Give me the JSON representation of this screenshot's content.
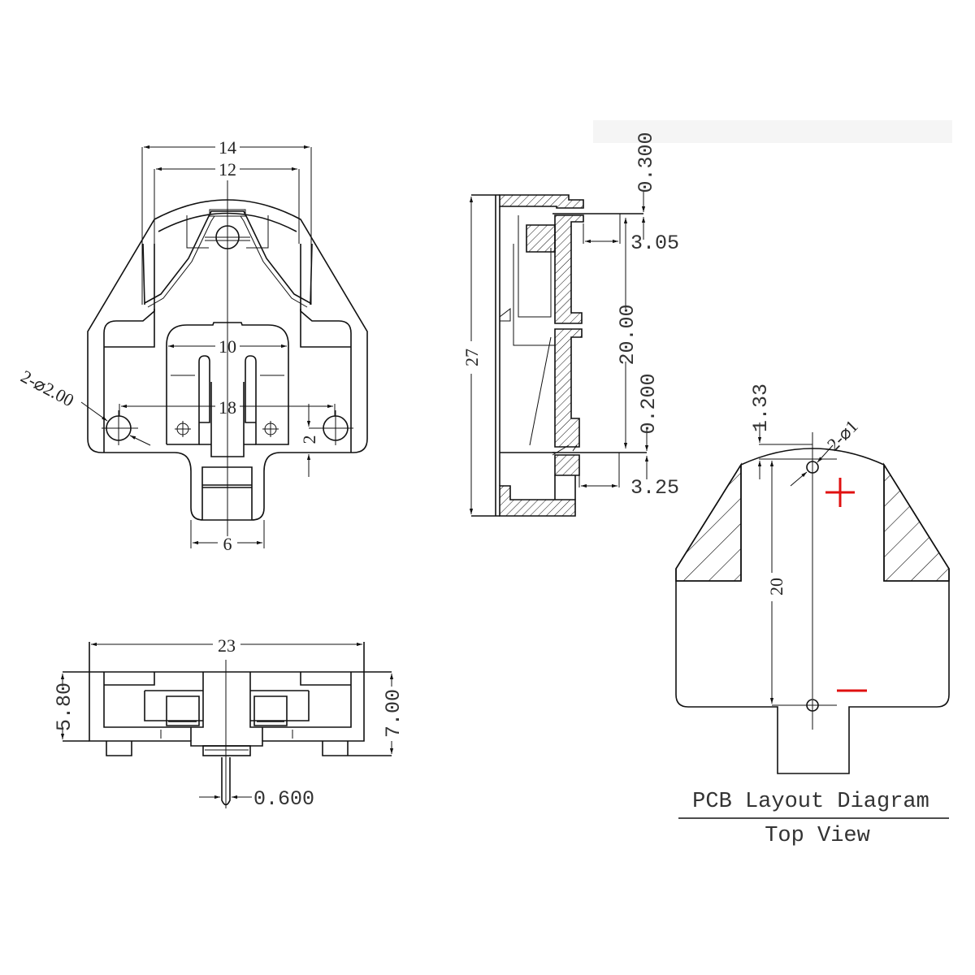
{
  "front_view": {
    "dim_width_outer": "14",
    "dim_width_inner": "12",
    "dim_center": "10",
    "dim_hole_spacing": "18",
    "dim_hole_offset": "2",
    "dim_tab_width": "6",
    "hole_callout": "2-⌀2.00"
  },
  "side_view": {
    "dim_height": "27",
    "dim_pin_top_thickness": "0.300",
    "dim_pin_top_length": "3.05",
    "dim_pin_spacing": "20.00",
    "dim_pin_bottom_thickness": "0.200",
    "dim_pin_bottom_length": "3.25"
  },
  "bottom_view": {
    "dim_length": "23",
    "dim_body_height": "5.80",
    "dim_total_height": "7.00",
    "dim_pin_width": "0.600"
  },
  "pcb_layout": {
    "dim_top_offset": "1.33",
    "dim_hole_spacing": "20",
    "hole_callout": "2-⌀1",
    "positive_mark": "+",
    "negative_mark": "−",
    "title": "PCB Layout Diagram",
    "subtitle": "Top View",
    "polarity_color": "#e01010"
  }
}
